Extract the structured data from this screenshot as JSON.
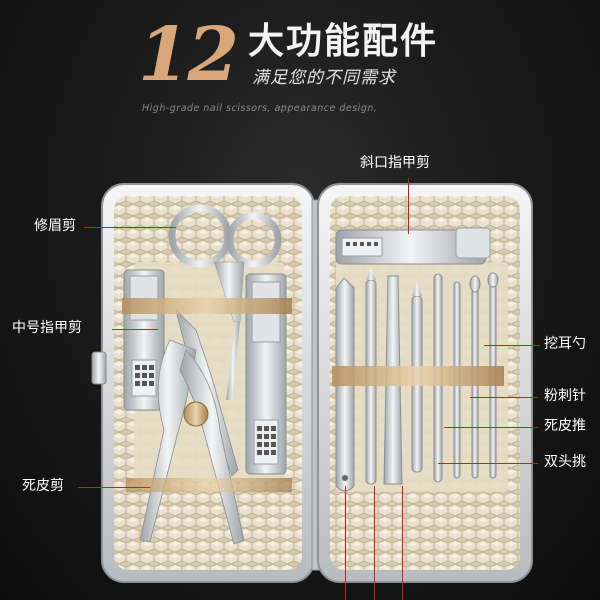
{
  "headline": {
    "number": "12",
    "title": "大功能配件",
    "subtitle": "满足您的不同需求",
    "english": "High-grade nail scissors, appearance design,"
  },
  "labels": {
    "eyebrow_scissors": "修眉剪",
    "medium_clipper": "中号指甲剪",
    "cuticle_nipper": "死皮剪",
    "slant_clipper": "斜口指甲剪",
    "ear_pick": "挖耳勺",
    "blackhead_needle": "粉刺针",
    "cuticle_pusher": "死皮推",
    "double_end_pick": "双头挑"
  },
  "colors": {
    "number": "#d9a679",
    "leader_line": "#d61a1a",
    "case_lining": "#d8cdb4",
    "steel": "#cfd3d6"
  }
}
